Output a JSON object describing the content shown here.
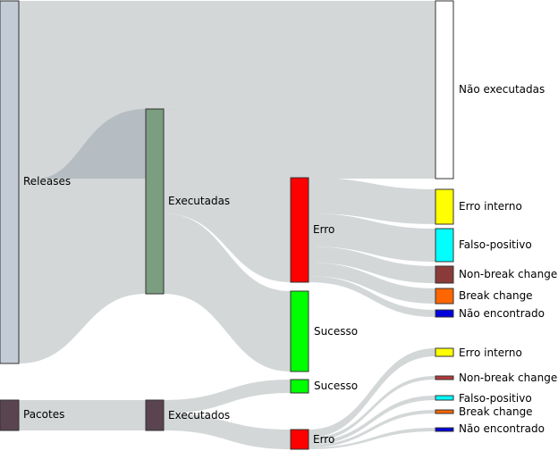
{
  "colors": {
    "flow": "#d3d7d8",
    "flow_dark": "#b5bdc2",
    "releases": "#c3cbd6",
    "executadas": "#7b9d80",
    "erro": "#ff0000",
    "sucesso": "#00ff00",
    "nao_executadas": "#ffffff",
    "erro_interno": "#ffff00",
    "falso_positivo": "#00ffff",
    "non_break_change": "#8b3a3a",
    "break_change": "#ff6600",
    "nao_encontrado": "#0000dd",
    "pacotes": "#5a4450",
    "executados": "#5a4450"
  },
  "nodes": {
    "releases": {
      "label": "Releases"
    },
    "executadas": {
      "label": "Executadas"
    },
    "nao_executadas": {
      "label": "Não executadas"
    },
    "erro_r": {
      "label": "Erro"
    },
    "sucesso_r": {
      "label": "Sucesso"
    },
    "erro_interno_r": {
      "label": "Erro interno"
    },
    "falso_positivo_r": {
      "label": "Falso-positivo"
    },
    "non_break_r": {
      "label": "Non-break change"
    },
    "break_r": {
      "label": "Break change"
    },
    "nao_encontrado_r": {
      "label": "Não encontrado"
    },
    "pacotes": {
      "label": "Pacotes"
    },
    "executados": {
      "label": "Executados"
    },
    "sucesso_p": {
      "label": "Sucesso"
    },
    "erro_p": {
      "label": "Erro"
    },
    "erro_interno_p": {
      "label": "Erro interno"
    },
    "non_break_p": {
      "label": "Non-break change"
    },
    "falso_positivo_p": {
      "label": "Falso-positivo"
    },
    "break_p": {
      "label": "Break change"
    },
    "nao_encontrado_p": {
      "label": "Não encontrado"
    }
  }
}
